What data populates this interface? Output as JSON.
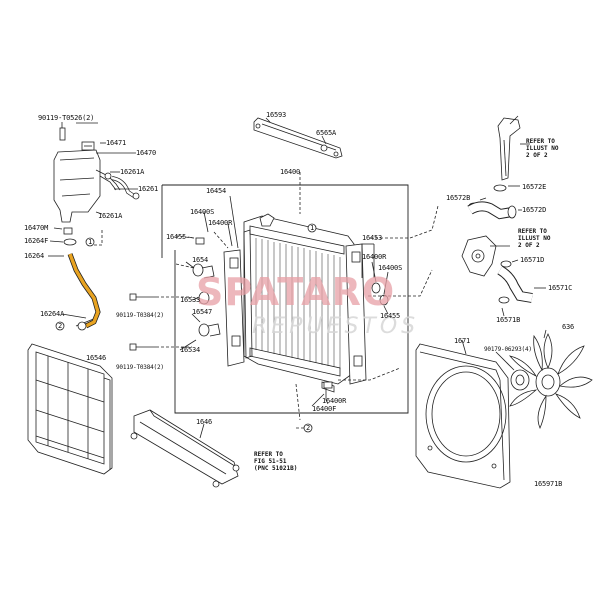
{
  "watermark": {
    "brand": "SPATARO",
    "tagline": "REPUESTOS",
    "color": "#e8a0a6"
  },
  "hose_color": "#e8a321",
  "diagram_id": "165971B",
  "callouts": {
    "1": "1",
    "2": "2"
  },
  "labels": {
    "p_90119_T0526": "90119-T0526(2)",
    "p_16471": "16471",
    "p_16470": "16470",
    "p_16261A_top": "16261A",
    "p_16261": "16261",
    "p_16261A_bot": "16261A",
    "p_16470M": "16470M",
    "p_16264F": "16264F",
    "p_16264": "16264",
    "p_16264A": "16264A",
    "p_16546": "16546",
    "p_16593": "16593",
    "p_6565A": "6565A",
    "p_16400": "16400",
    "p_16454": "16454",
    "p_16400S_left": "16400S",
    "p_16400R_left": "16400R",
    "p_16455_left": "16455",
    "p_1654": "1654",
    "p_16533": "16533",
    "p_16547": "16547",
    "p_16534": "16534",
    "p_90119_T0384_top": "90119-T0384(2)",
    "p_90119_T0384_bot": "90119-T0384(2)",
    "p_16453": "16453",
    "p_16400R_right": "16400R",
    "p_16400S_right": "16400S",
    "p_16455_right": "16455",
    "p_16400R_bottom": "16400R",
    "p_16400F": "16400F",
    "p_1646": "1646",
    "p_16572E": "16572E",
    "p_16572B": "16572B",
    "p_16572D": "16572D",
    "p_16571D": "16571D",
    "p_16571C": "16571C",
    "p_16571B": "16571B",
    "p_1671": "1671",
    "p_90179_06293": "90179-06293(4)",
    "p_636": "636"
  },
  "notes": {
    "refer_top": "REFER TO\nILLUST NO\n2 OF 2",
    "refer_mid": "REFER TO\nILLUST NO\n2 OF 2",
    "refer_bottom": "REFER TO\nFIG 51-51\n(PNC 51021B)"
  }
}
